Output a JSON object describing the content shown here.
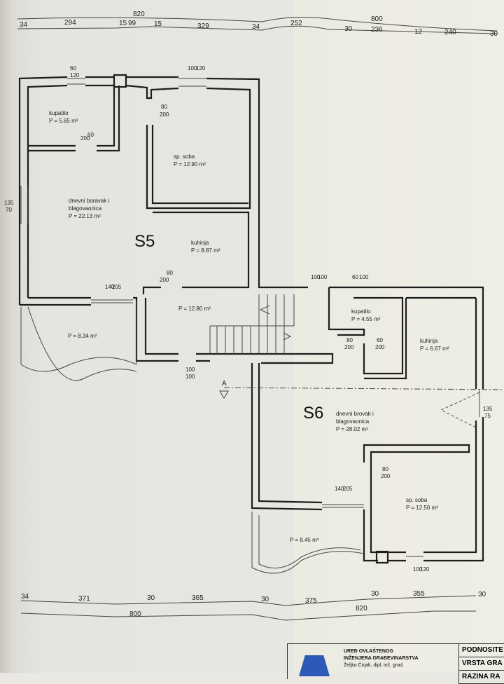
{
  "top_dimensions": {
    "totals": [
      "820",
      "800"
    ],
    "segments": [
      "34",
      "294",
      "15",
      "99",
      "15",
      "329",
      "34",
      "252",
      "30",
      "236",
      "12",
      "240",
      "30"
    ]
  },
  "bottom_dimensions": {
    "totals": [
      "800",
      "820"
    ],
    "segments": [
      "34",
      "371",
      "30",
      "365",
      "30",
      "375",
      "30",
      "355",
      "30"
    ]
  },
  "units": {
    "S5": {
      "label": "S5",
      "rooms": [
        {
          "name": "kupatilo",
          "area": "P = 5.65 m²"
        },
        {
          "name": "sp. soba",
          "area": "P = 12.90 m²"
        },
        {
          "name": "dnevni boravak i",
          "name2": "blagovaonica",
          "area": "P = 22.13 m²"
        },
        {
          "name": "kuhinja",
          "area": "P = 8.87 m²"
        },
        {
          "area": "P = 8.34 m²"
        },
        {
          "area": "P = 12.80 m²"
        }
      ]
    },
    "S6": {
      "label": "S6",
      "rooms": [
        {
          "name": "kupatilo",
          "area": "P = 4.55 m²"
        },
        {
          "name": "kuhinja",
          "area": "P = 6.67 m²"
        },
        {
          "name": "dnevni brovak i",
          "name2": "blagovaonica",
          "area": "P = 28.02 m²"
        },
        {
          "name": "sp. soba",
          "area": "P = 12.50 m²"
        },
        {
          "area": "P = 8.45 m²"
        }
      ]
    }
  },
  "openings": {
    "w1": [
      "60",
      "120"
    ],
    "w2": [
      "100",
      "120"
    ],
    "d1": [
      "80",
      "200"
    ],
    "d2": [
      "60",
      "200"
    ],
    "w3": [
      "135",
      "70"
    ],
    "d3": [
      "80",
      "200"
    ],
    "d4": [
      "140",
      "205"
    ],
    "w4": [
      "100",
      "100"
    ],
    "w5": [
      "100",
      "100"
    ],
    "w6": [
      "60",
      "100"
    ],
    "d5": [
      "80",
      "200"
    ],
    "d6": [
      "60",
      "200"
    ],
    "w7": [
      "135",
      "75"
    ],
    "d7": [
      "80",
      "200"
    ],
    "d8": [
      "140",
      "205"
    ],
    "w8": [
      "100",
      "120"
    ]
  },
  "section_marker": "A",
  "title_block": {
    "office_line1": "UREĐ OVLAŠTENOG",
    "office_line2": "INŽENJERA GRAĐEVINARSTVA",
    "engineer": "Željko Čirjak, dipl. inž. grad.",
    "fields": [
      "PODNOSITE",
      "VRSTA GRA",
      "RAZINA RA"
    ]
  }
}
